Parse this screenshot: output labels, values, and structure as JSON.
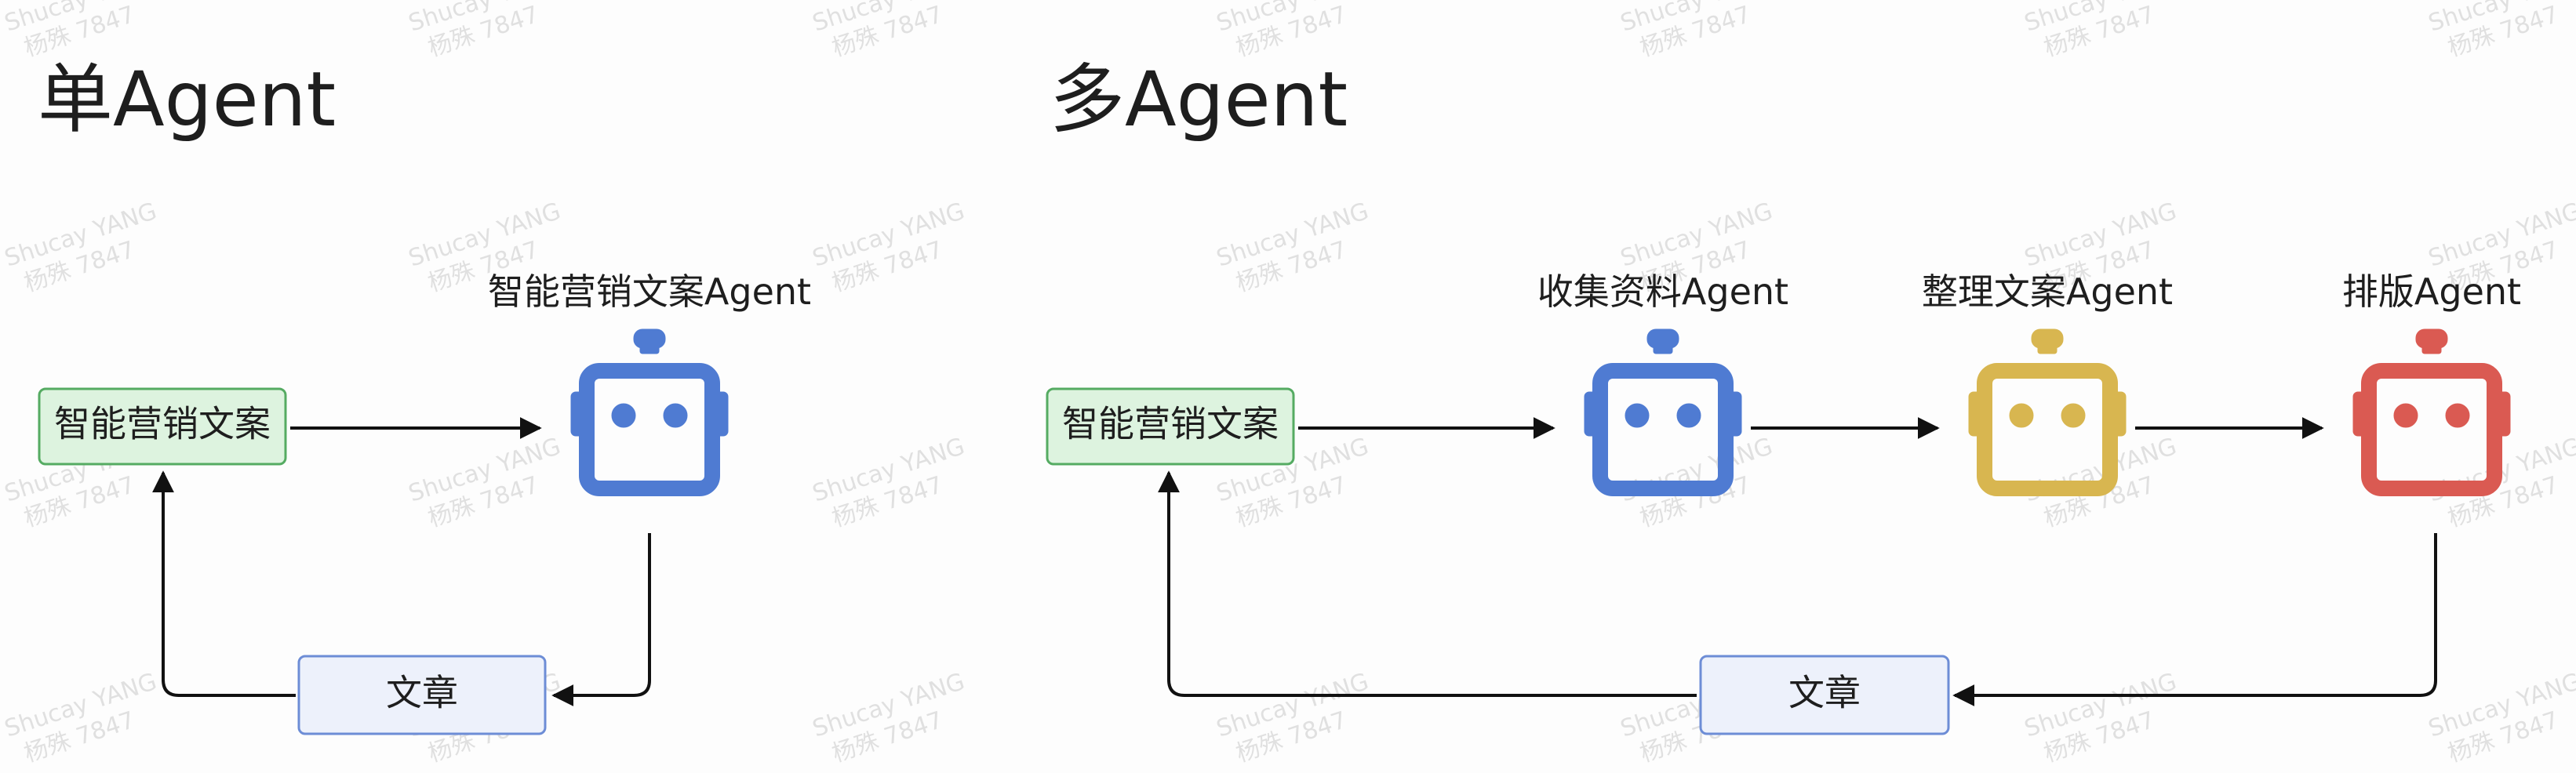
{
  "watermark": {
    "line1": "Shucay YANG",
    "line2": "杨殊 7847"
  },
  "single": {
    "heading": "单Agent",
    "input_label": "智能营销文案",
    "agent_label": "智能营销文案Agent",
    "output_label": "文章"
  },
  "multi": {
    "heading": "多Agent",
    "input_label": "智能营销文案",
    "agents": [
      {
        "label": "收集资料Agent",
        "color": "#4f7bd2"
      },
      {
        "label": "整理文案Agent",
        "color": "#d8b650"
      },
      {
        "label": "排版Agent",
        "color": "#da5a52"
      }
    ],
    "output_label": "文章"
  },
  "colors": {
    "input_fill": "#ddf3df",
    "input_stroke": "#55ab62",
    "output_fill": "#edf1fb",
    "output_stroke": "#6d8dd6",
    "single_agent": "#4f7bd2",
    "arrow": "#111111"
  },
  "icons": [
    "robot-icon"
  ]
}
